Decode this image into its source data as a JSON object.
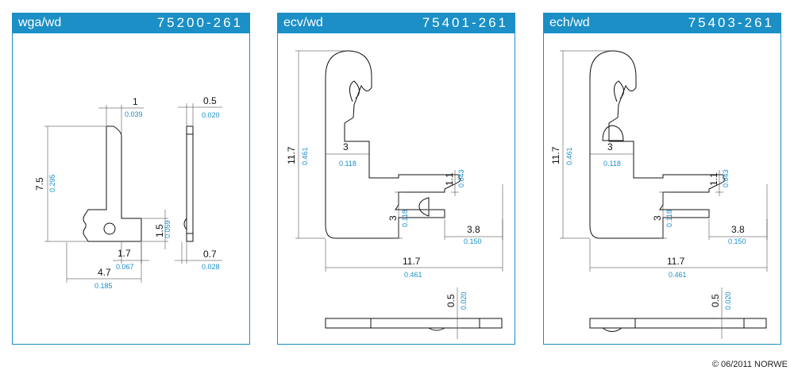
{
  "panels": [
    {
      "name": "wga/wd",
      "code": "75200-261",
      "dims": [
        {
          "mm": "1",
          "inch": "0.039"
        },
        {
          "mm": "0.5",
          "inch": "0.020"
        },
        {
          "mm": "7.5",
          "inch": "0.295"
        },
        {
          "mm": "1.5",
          "inch": "0.059"
        },
        {
          "mm": "1.7",
          "inch": "0.067"
        },
        {
          "mm": "0.7",
          "inch": "0.028"
        },
        {
          "mm": "4.7",
          "inch": "0.185"
        }
      ]
    },
    {
      "name": "ecv/wd",
      "code": "75401-261",
      "dims": [
        {
          "mm": "11.7",
          "inch": "0.461"
        },
        {
          "mm": "3",
          "inch": "0.118"
        },
        {
          "mm": "1.1",
          "inch": "0.043"
        },
        {
          "mm": "3",
          "inch": "0.118"
        },
        {
          "mm": "3.8",
          "inch": "0.150"
        },
        {
          "mm": "11.7",
          "inch": "0.461"
        },
        {
          "mm": "0.5",
          "inch": "0.020"
        }
      ]
    },
    {
      "name": "ech/wd",
      "code": "75403-261",
      "dims": [
        {
          "mm": "11.7",
          "inch": "0.461"
        },
        {
          "mm": "3",
          "inch": "0.118"
        },
        {
          "mm": "1.1",
          "inch": "0.043"
        },
        {
          "mm": "3",
          "inch": "0.118"
        },
        {
          "mm": "3.8",
          "inch": "0.150"
        },
        {
          "mm": "11.7",
          "inch": "0.461"
        },
        {
          "mm": "0.5",
          "inch": "0.020"
        }
      ]
    }
  ],
  "copyright": "© 06/2011 NORWE",
  "colors": {
    "accent": "#1b8fc6",
    "line": "#111111"
  }
}
